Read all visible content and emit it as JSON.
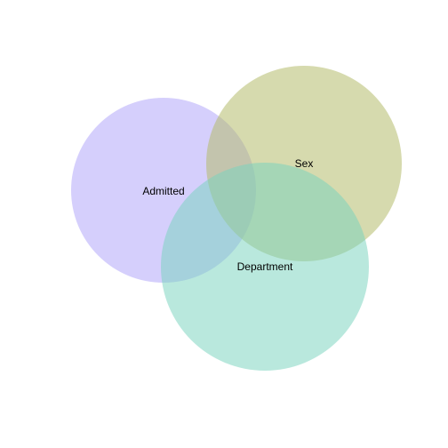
{
  "diagram": {
    "type": "venn",
    "sets": [
      {
        "id": "admitted",
        "label": "Admitted",
        "color": "#9B8CF7"
      },
      {
        "id": "sex",
        "label": "Sex",
        "color": "#B5BC6C"
      },
      {
        "id": "department",
        "label": "Department",
        "color": "#78D3BE"
      }
    ]
  }
}
